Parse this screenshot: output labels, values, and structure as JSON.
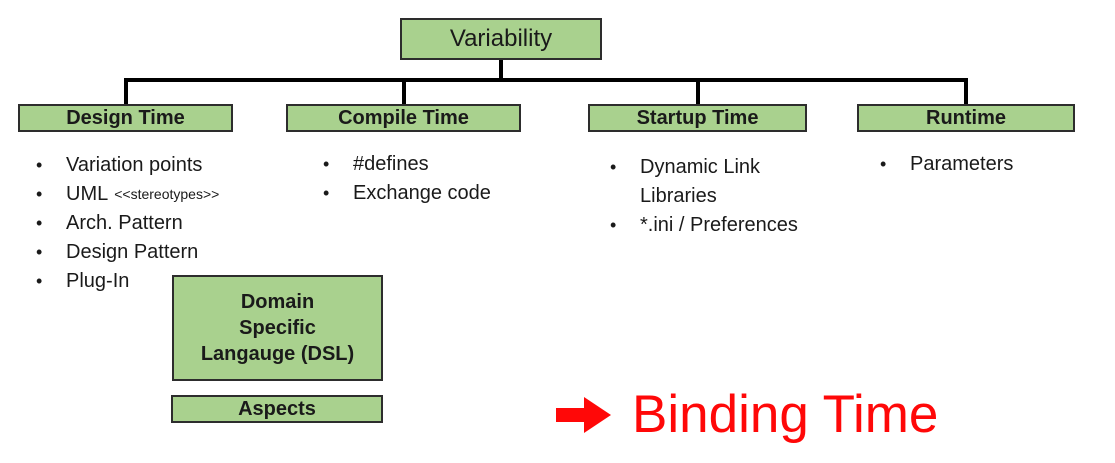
{
  "colors": {
    "box_fill": "#a9d18e",
    "box_border": "#2d2d2d",
    "connector": "#000000",
    "accent_red": "#ff0808",
    "text": "#1a1a1a"
  },
  "root": {
    "label": "Variability"
  },
  "columns": [
    {
      "header": "Design Time",
      "bullet": "•",
      "items": [
        {
          "text": "Variation points"
        },
        {
          "text": "UML",
          "suffix": "<<stereotypes>>"
        },
        {
          "text": "Arch. Pattern"
        },
        {
          "text": "Design Pattern"
        },
        {
          "text": "Plug-In"
        }
      ]
    },
    {
      "header": "Compile Time",
      "bullet": "•",
      "items": [
        {
          "text": "#defines"
        },
        {
          "text": "Exchange code"
        }
      ]
    },
    {
      "header": "Startup Time",
      "bullet": "•",
      "items": [
        {
          "text": "Dynamic Link\nLibraries"
        },
        {
          "text": "*.ini / Preferences"
        }
      ]
    },
    {
      "header": "Runtime",
      "bullet": "•",
      "items": [
        {
          "text": "Parameters"
        }
      ]
    }
  ],
  "extra_boxes": {
    "dsl": {
      "label": "Domain\nSpecific\nLangauge (DSL)"
    },
    "aspects": {
      "label": "Aspects"
    }
  },
  "annotation": {
    "icon": "arrow-right-icon",
    "label": "Binding Time"
  }
}
